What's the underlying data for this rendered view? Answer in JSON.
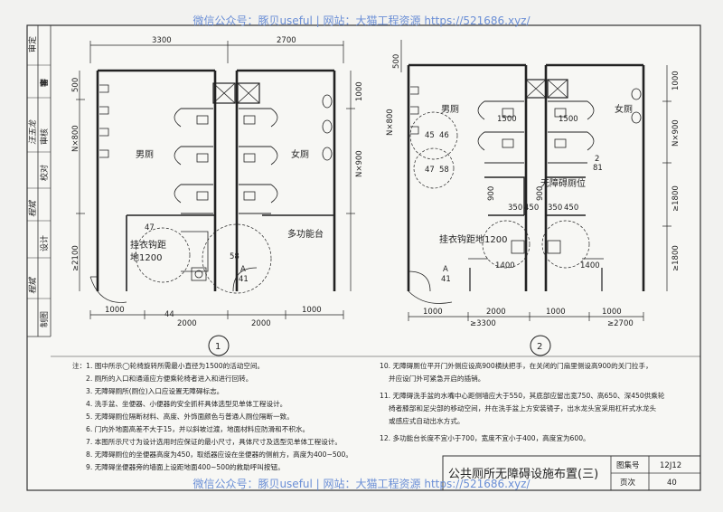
{
  "watermark": "微信公众号：豚贝useful | 网站：大猫工程资源 https://521686.xyz/",
  "title": "公共厕所无障碍设施布置(三)",
  "atlas": {
    "label": "图集号",
    "value": "12J12",
    "page_label": "页次",
    "page_value": "40"
  },
  "sidebar": [
    {
      "label": "审定",
      "sign": "審"
    },
    {
      "label": "审核",
      "sign": ""
    },
    {
      "label": "校对",
      "sign": "汪玉龙"
    },
    {
      "label": "设计",
      "sign": "程斌"
    },
    {
      "label": "制图",
      "sign": "程斌"
    }
  ],
  "plan1": {
    "number": "1",
    "dims_top": [
      "3300",
      "2700"
    ],
    "dims_bottom": [
      "1000",
      "2000",
      "2000",
      "1000"
    ],
    "dims_left": [
      "500",
      "N×800",
      "≥2100"
    ],
    "dims_right": [
      "1000",
      "N×900"
    ],
    "rooms": {
      "men": "男厕",
      "women": "女厕",
      "multi": "多功能台",
      "hook_line1": "挂衣钩距",
      "hook_line2": "地1200"
    },
    "symbols": [
      "47",
      "58",
      "44"
    ],
    "marks": [
      {
        "top": "A",
        "bottom": "41"
      }
    ]
  },
  "plan2": {
    "number": "2",
    "dims_top": [
      "500"
    ],
    "dims_bottom": [
      "1000",
      "2000",
      "1000",
      "≥3300",
      "1000",
      "≥2700"
    ],
    "dims_left": [
      "N×800"
    ],
    "dims_right": [
      "1000",
      "N×900",
      "≥1800",
      "≥1800"
    ],
    "rooms": {
      "men": "男厕",
      "women": "女厕",
      "accessible": "无障碍厕位",
      "hook": "挂衣钩距地1200"
    },
    "dims_inner": [
      "1500",
      "1500",
      "900",
      "900",
      "350",
      "450",
      "350",
      "450",
      "1400",
      "1400"
    ],
    "symbols": [
      "45",
      "46",
      "47",
      "58"
    ],
    "marks": [
      {
        "top": "2",
        "bottom": "81"
      },
      {
        "top": "A",
        "bottom": "41"
      }
    ]
  },
  "notes_left": [
    "注：1. 图中所示◯轮椅旋转所需最小直径为1500的活动空间。",
    "2. 厕所的入口和通道应方便乘轮椅者进入和进行回转。",
    "3. 无障碍厕所(厕位)入口应设置无障碍标志。",
    "4. 洗手盆、坐便器、小便器的安全抓杆具体选型见单体工程设计。",
    "5. 无障碍厕位隔断材料、高度、外饰面颜色与普通人厕位隔断一致。",
    "6. 门内外地面高差不大于15，并以斜坡过渡，地面材料应防滑和不积水。",
    "7. 本图所示尺寸为设计选用时应保证的最小尺寸，具体尺寸及选型见单体工程设计。",
    "8. 无障碍厕位的坐便器高度为450，取纸器应设在坐便器的侧前方，高度为400~500。",
    "9. 无障碍坐便器旁的墙面上设距地面400~500的救助呼叫按钮。"
  ],
  "notes_right": [
    "10. 无障碍厕位平开门外侧应设高900横扶把手，在关闭的门扇里侧设高900的关门拉手，",
    "并应设门外可紧急开启的插销。",
    "11. 无障碍洗手盆的水嘴中心距侧墙应大于550，其底部应留出宽750、高650、深450供乘轮",
    "椅者膝部和足尖部的移动空间，并在洗手盆上方安装镜子，出水龙头宜采用杠杆式水龙头",
    "或感应式自动出水方式。",
    "12. 多功能台长度不宜小于700，宽度不宜小于400，高度宜为600。"
  ]
}
